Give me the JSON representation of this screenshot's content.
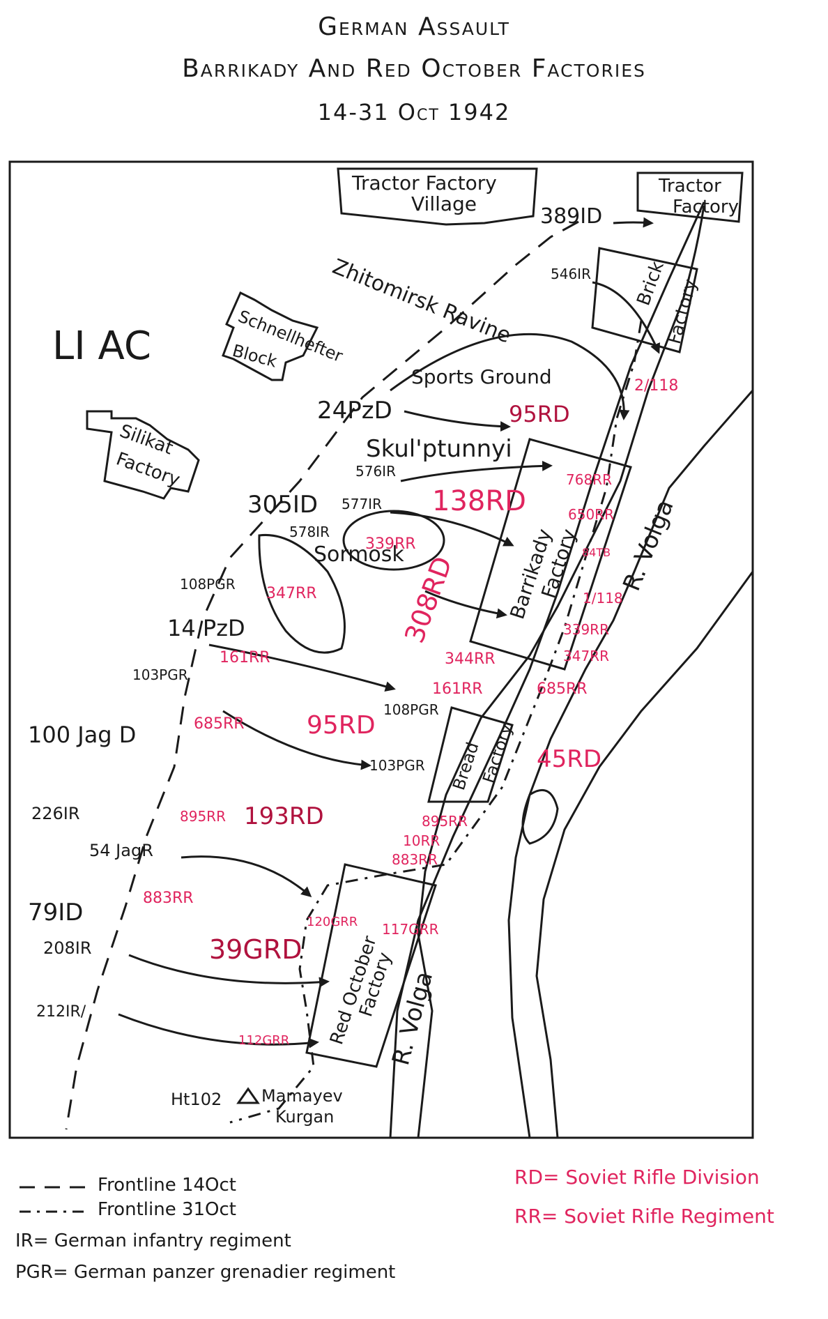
{
  "title": {
    "line1": "German Assault",
    "line2": "Barrikady And Red October Factories",
    "line3": "14-31 Oct 1942"
  },
  "colors": {
    "ink": "#1a1a1a",
    "soviet": "#e0245e",
    "soviet_dark": "#b0123e"
  },
  "corps": "LI AC",
  "places": {
    "tractor_factory_village_l1": "Tractor Factory",
    "tractor_factory_village_l2": "Village",
    "tractor_factory_l1": "Tractor",
    "tractor_factory_l2": "Factory",
    "brick_factory_l1": "Brick",
    "brick_factory_l2": "Factory",
    "schnellhefter_l1": "Schnellhefter",
    "schnellhefter_l2": "Block",
    "silikat_l1": "Silikat",
    "silikat_l2": "Factory",
    "zhitomirsk": "Zhitomirsk Ravine",
    "sports_ground": "Sports Ground",
    "skulptunnyi": "Skul'ptunnyi",
    "sormosk": "Sormosk",
    "barrikady_l1": "Barrikady",
    "barrikady_l2": "Factory",
    "bread_l1": "Bread",
    "bread_l2": "Factory",
    "red_october_l1": "Red October",
    "red_october_l2": "Factory",
    "volga_upper": "R. Volga",
    "volga_lower": "R. Volga",
    "hill": "Ht102",
    "mamayev_l1": "Mamayev",
    "mamayev_l2": "Kurgan"
  },
  "german_units": {
    "d389": "389ID",
    "r546": "546IR",
    "d24": "24PzD",
    "r576": "576IR",
    "d305": "305ID",
    "r577": "577IR",
    "r578": "578IR",
    "r108a": "108PGR",
    "d14": "14 PzD",
    "r103a": "103PGR",
    "d100": "100 Jag D",
    "r226": "226IR",
    "r54": "54 JagR",
    "d79": "79ID",
    "r208": "208IR",
    "r212": "212IR/",
    "r108b": "108PGR",
    "r103b": "103PGR"
  },
  "soviet_units": {
    "r2118": "2/118",
    "d95a": "95RD",
    "d138": "138RD",
    "r768": "768RR",
    "r650": "650RR",
    "r84": "84TB",
    "r339a": "339RR",
    "r347a": "347RR",
    "d308": "308RD",
    "r1118": "1/118",
    "r339b": "339RR",
    "r347b": "347RR",
    "r344": "344RR",
    "r161a": "161RR",
    "r685a": "685RR",
    "r161b": "161RR",
    "r685b": "685RR",
    "d95b": "95RD",
    "d45": "45RD",
    "d193": "193RD",
    "r895a": "895RR",
    "r895b": "895RR",
    "r10": "10RR",
    "r883a": "883RR",
    "r883b": "883RR",
    "r120": "120GRR",
    "r117": "117GRR",
    "d39": "39GRD",
    "r112": "112GRR"
  },
  "legend": {
    "frontline_14": "Frontline 14Oct",
    "frontline_31": "Frontline 31Oct",
    "ir": "IR= German infantry regiment",
    "pgr": "PGR= German panzer grenadier regiment",
    "rd": "RD= Soviet Rifle Division",
    "rr": "RR= Soviet Rifle Regiment"
  }
}
